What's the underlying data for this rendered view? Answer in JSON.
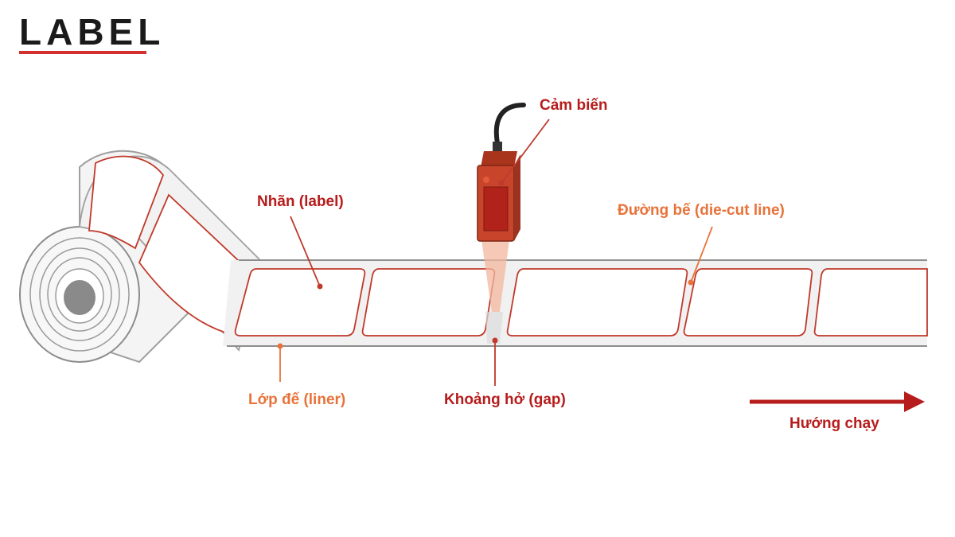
{
  "logo": {
    "text": "LABEL",
    "accent": "#d32f2f"
  },
  "labels": {
    "label": "Nhãn (label)",
    "liner": "Lớp đế (liner)",
    "sensor": "Cảm biến",
    "gap": "Khoảng hở (gap)",
    "die_cut": "Đường bế (die-cut line)",
    "direction": "Hướng chạy"
  },
  "colors": {
    "accent_red": "#b71c1c",
    "accent_orange": "#e8733a",
    "sensor_body": "#c8452b",
    "label_edge": "#c0392b",
    "liner": "#f0f0f0"
  }
}
